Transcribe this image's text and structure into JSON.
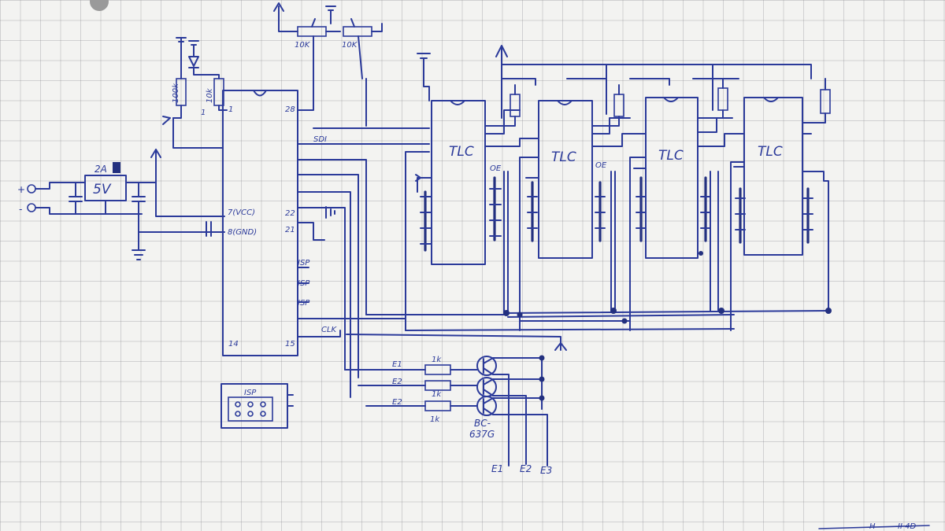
{
  "supply": {
    "plus": "+",
    "minus": "-",
    "regulator": "5V",
    "fuse": "2A"
  },
  "reset": {
    "res1": "100k",
    "res2": "10k",
    "pin1": "1"
  },
  "mcu": {
    "pin1": "1",
    "pin28": "28",
    "sdi": "SDI",
    "pin7": "7(VCC)",
    "pin8": "8(GND)",
    "pin22": "22",
    "pin21": "21",
    "isp1": "ISP",
    "isp2": "ISP",
    "isp3": "ISP",
    "pin14": "14",
    "pin15": "15",
    "clk": "CLK"
  },
  "pots": [
    "10K",
    "10K"
  ],
  "drivers": {
    "labels": [
      "TLC",
      "TLC",
      "TLC",
      "TLC"
    ],
    "oe": [
      "OE",
      "OE"
    ]
  },
  "transistors": {
    "inputs": [
      "E1",
      "E2",
      "E2"
    ],
    "resistors": [
      "1k",
      "1k",
      "1k"
    ],
    "part": "BC-",
    "part_num": "637G",
    "outputs": [
      "E1",
      "E2",
      "E3"
    ]
  },
  "isp_header": "ISP",
  "corner": {
    "h": "H",
    "code": "II 4D"
  }
}
